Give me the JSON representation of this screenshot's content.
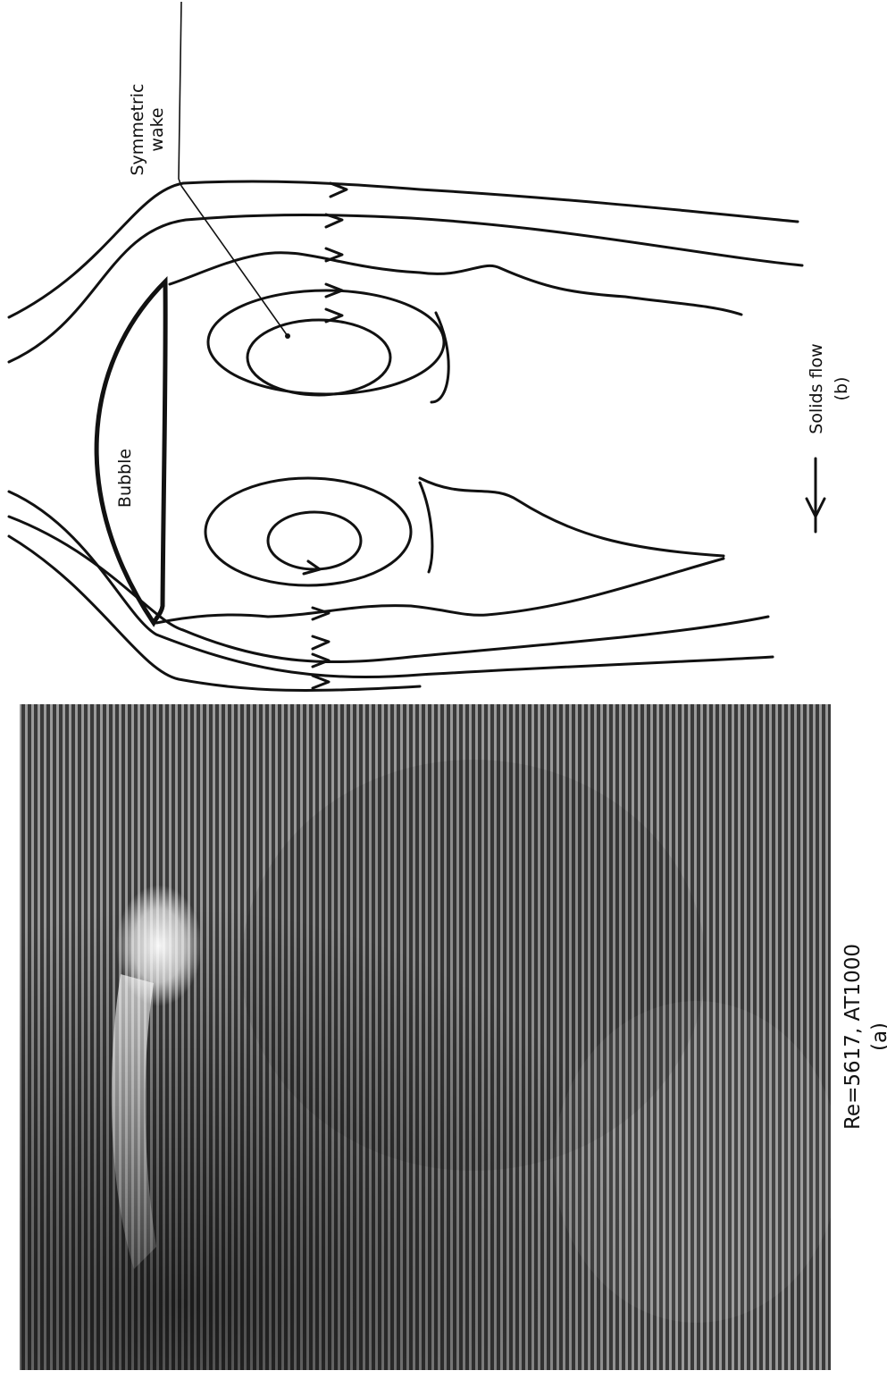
{
  "panel_a": {
    "caption": "Re=5617, AT1000",
    "sublabel": "(a)"
  },
  "panel_b": {
    "bubble_label": "Bubble",
    "wake_label_line1": "Symmetric",
    "wake_label_line2": "wake",
    "legend_label": "Solids flow",
    "sublabel": "(b)"
  }
}
